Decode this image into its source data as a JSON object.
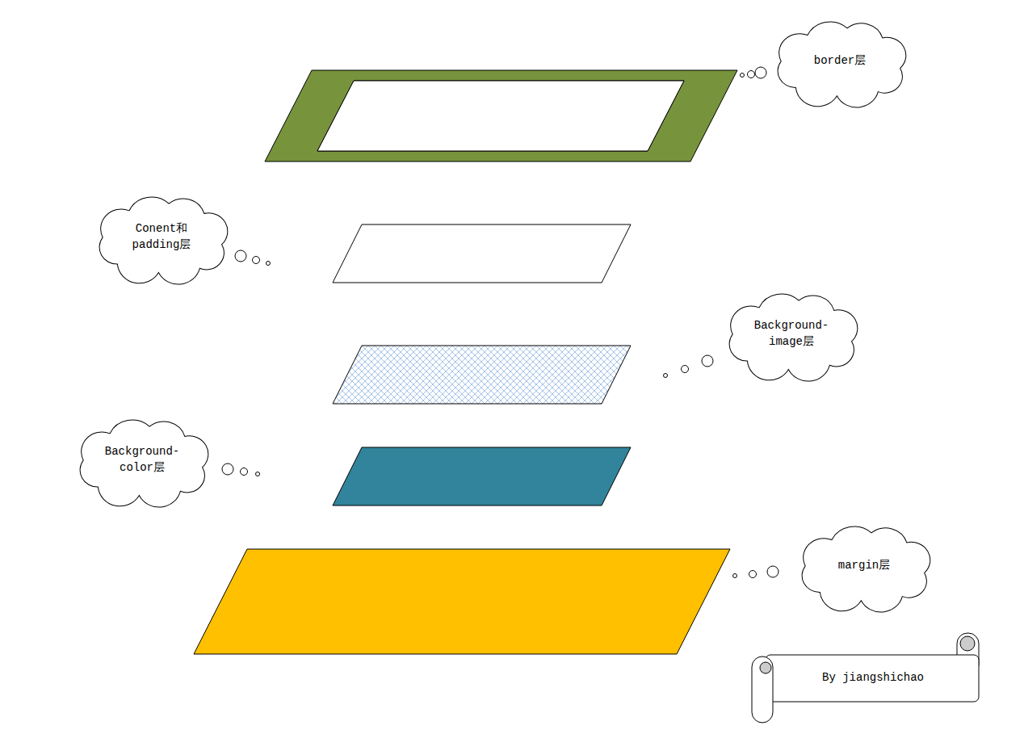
{
  "diagram": {
    "nodes": [
      {
        "text": [
          "border层"
        ]
      },
      {
        "text": [
          "Conent和 padding层"
        ]
      },
      {
        "text": [
          "Background-image层"
        ]
      },
      {
        "text": [
          "Background-color层"
        ]
      },
      {
        "text": [
          "margin层"
        ]
      },
      {
        "text": [
          "By jiangshichao"
        ]
      }
    ]
  }
}
